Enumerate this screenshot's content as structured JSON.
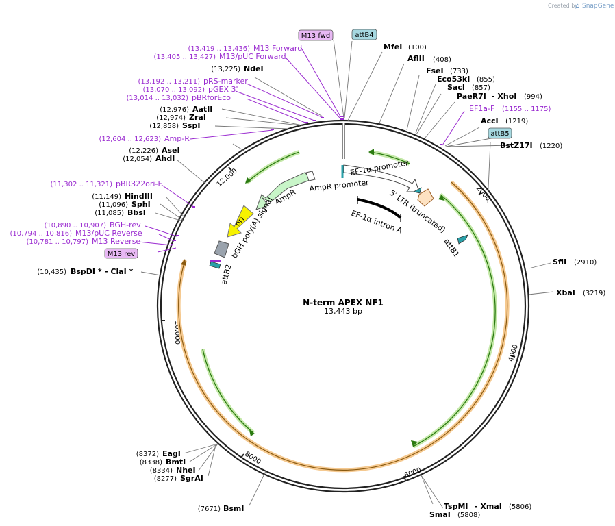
{
  "branding": {
    "created_by": "Created by",
    "app": "SnapGene"
  },
  "plasmid": {
    "name": "N-term APEX NF1",
    "length": "13,443 bp"
  },
  "ticks": [
    "2000",
    "4000",
    "6000",
    "8000",
    "10,000",
    "12,000"
  ],
  "top_boxes": {
    "m13_fwd": "M13 fwd",
    "attb4": "attB4",
    "attb5": "attB5",
    "m13_rev": "M13 rev"
  },
  "sites": [
    {
      "name": "MfeI",
      "pos": "(100)"
    },
    {
      "name": "AflII",
      "pos": "(408)"
    },
    {
      "name": "FseI",
      "pos": "(733)"
    },
    {
      "name": "Eco53kI",
      "pos": "(855)"
    },
    {
      "name": "SacI",
      "pos": "(857)"
    },
    {
      "name": "PaeR7I",
      "name2": "- XhoI",
      "pos": "(994)"
    },
    {
      "name": "AccI",
      "pos": "(1219)"
    },
    {
      "name": "BstZ17I",
      "pos": "(1220)"
    },
    {
      "name": "SfiI",
      "pos": "(2910)"
    },
    {
      "name": "XbaI",
      "pos": "(3219)"
    },
    {
      "name": "TspMI",
      "name2": "- XmaI",
      "pos": "(5806)"
    },
    {
      "name": "SmaI",
      "pos": "(5808)"
    },
    {
      "name": "BsmI",
      "pos": "(7671)"
    },
    {
      "name": "EagI",
      "pos": "(8372)"
    },
    {
      "name": "BmtI",
      "pos": "(8338)"
    },
    {
      "name": "NheI",
      "pos": "(8334)"
    },
    {
      "name": "SgrAI",
      "pos": "(8277)"
    },
    {
      "name": "BspDI *",
      "name2": "- ClaI *",
      "pos": "(10,435)"
    },
    {
      "name": "BbsI",
      "pos": "(11,085)"
    },
    {
      "name": "SphI",
      "pos": "(11,096)"
    },
    {
      "name": "HindIII",
      "pos": "(11,149)"
    },
    {
      "name": "AhdI",
      "pos": "(12,054)"
    },
    {
      "name": "AseI",
      "pos": "(12,226)"
    },
    {
      "name": "SspI",
      "pos": "(12,858)"
    },
    {
      "name": "ZraI",
      "pos": "(12,974)"
    },
    {
      "name": "AatII",
      "pos": "(12,976)"
    },
    {
      "name": "NdeI",
      "pos": "(13,225)"
    }
  ],
  "features": [
    {
      "name": "M13 Forward",
      "pos": "(13,419 .. 13,436)"
    },
    {
      "name": "M13/pUC Forward",
      "pos": "(13,405 .. 13,427)"
    },
    {
      "name": "pRS-marker",
      "pos": "(13,192 .. 13,211)"
    },
    {
      "name": "pGEX 3'",
      "pos": "(13,070 .. 13,092)"
    },
    {
      "name": "pBRforEco",
      "pos": "(13,014 .. 13,032)"
    },
    {
      "name": "Amp-R",
      "pos": "(12,604 .. 12,623)"
    },
    {
      "name": "pBR322ori-F",
      "pos": "(11,302 .. 11,321)"
    },
    {
      "name": "BGH-rev",
      "pos": "(10,890 .. 10,907)"
    },
    {
      "name": "M13/pUC Reverse",
      "pos": "(10,794 .. 10,816)"
    },
    {
      "name": "M13 Reverse",
      "pos": "(10,781 .. 10,797)"
    },
    {
      "name": "EF1a-F",
      "pos": "(1155 .. 1175)"
    }
  ],
  "inner": {
    "ef1a_promoter": "EF-1α promoter",
    "ampr_promoter": "AmpR promoter",
    "ampr": "AmpR",
    "ori": "ori",
    "bgh": "bGH poly(A) signal",
    "ltr": "5′ LTR (truncated)",
    "intron": "EF-1α intron A",
    "attb1": "attB1",
    "attb2": "attB2"
  },
  "colors": {
    "backbone": "#222222",
    "orf_orange": "#f0a040",
    "green_arrow": "#3a9a1a",
    "primer_purple": "#9a2bd0",
    "box_purple": "#e8b8f4",
    "box_cyan": "#a6d8e0"
  }
}
